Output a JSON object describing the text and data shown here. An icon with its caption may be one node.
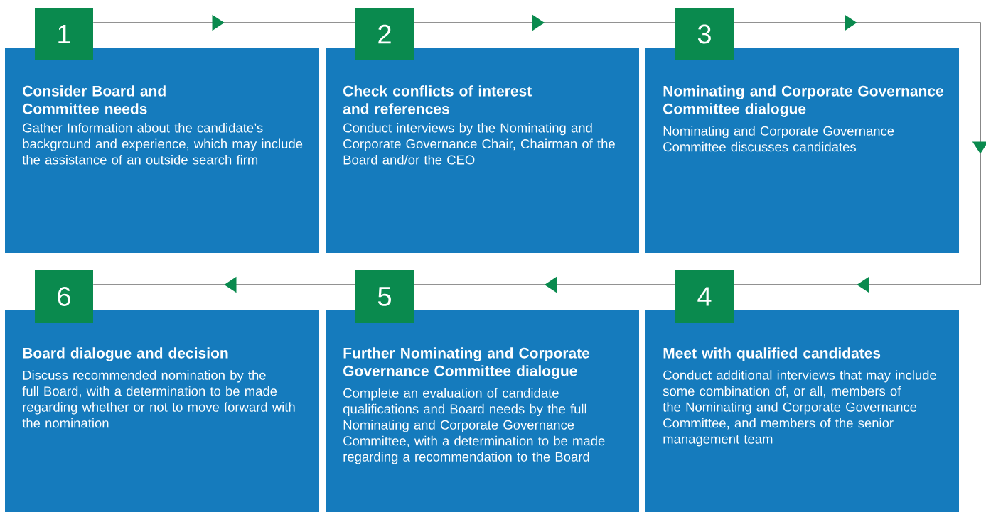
{
  "diagram": {
    "nodes": [
      {
        "text": [
          "1"
        ]
      },
      {
        "text": [
          "Consider Board and Committee needs",
          "Gather Information about the candidate’s background and experience, which may include the assistance of an outside search firm"
        ]
      },
      {
        "text": [
          "2"
        ]
      },
      {
        "text": [
          "Check conflicts of interest and references",
          "Conduct interviews by the Nominating and Corporate Governance Chair, Chairman of the Board and/or the CEO"
        ]
      },
      {
        "text": [
          "3"
        ]
      },
      {
        "text": [
          "Nominating and Corporate Governance Committee dialogue",
          "Nominating and Corporate Governance Committee discusses candidates"
        ]
      },
      {
        "text": [
          "6"
        ]
      },
      {
        "text": [
          "Board dialogue and decision",
          "Discuss recommended nomination by the full Board, with a determination to be made regarding whether or not to move forward with the nomination"
        ]
      },
      {
        "text": [
          "5"
        ]
      },
      {
        "text": [
          "Further Nominating and Corporate Governance Committee dialogue",
          "Complete an evaluation of candidate qualifications and Board needs by the full Nominating and Corporate Governance Committee, with a determination to be made regarding a recommendation to the Board"
        ]
      },
      {
        "text": [
          "4"
        ]
      },
      {
        "text": [
          "Meet with qualified candidates",
          "Conduct additional interviews that may include some combination of, or all, members of the Nominating and Corporate Governance Committee, and members of the senior management team"
        ]
      }
    ],
    "edges": [
      {
        "from": 0,
        "to": 2,
        "arrow": "to"
      },
      {
        "from": 2,
        "to": 4,
        "arrow": "to"
      },
      {
        "from": 4,
        "to": 10,
        "arrow": "to"
      },
      {
        "from": 10,
        "to": 8,
        "arrow": "to"
      },
      {
        "from": 8,
        "to": 6,
        "arrow": "to"
      }
    ]
  }
}
